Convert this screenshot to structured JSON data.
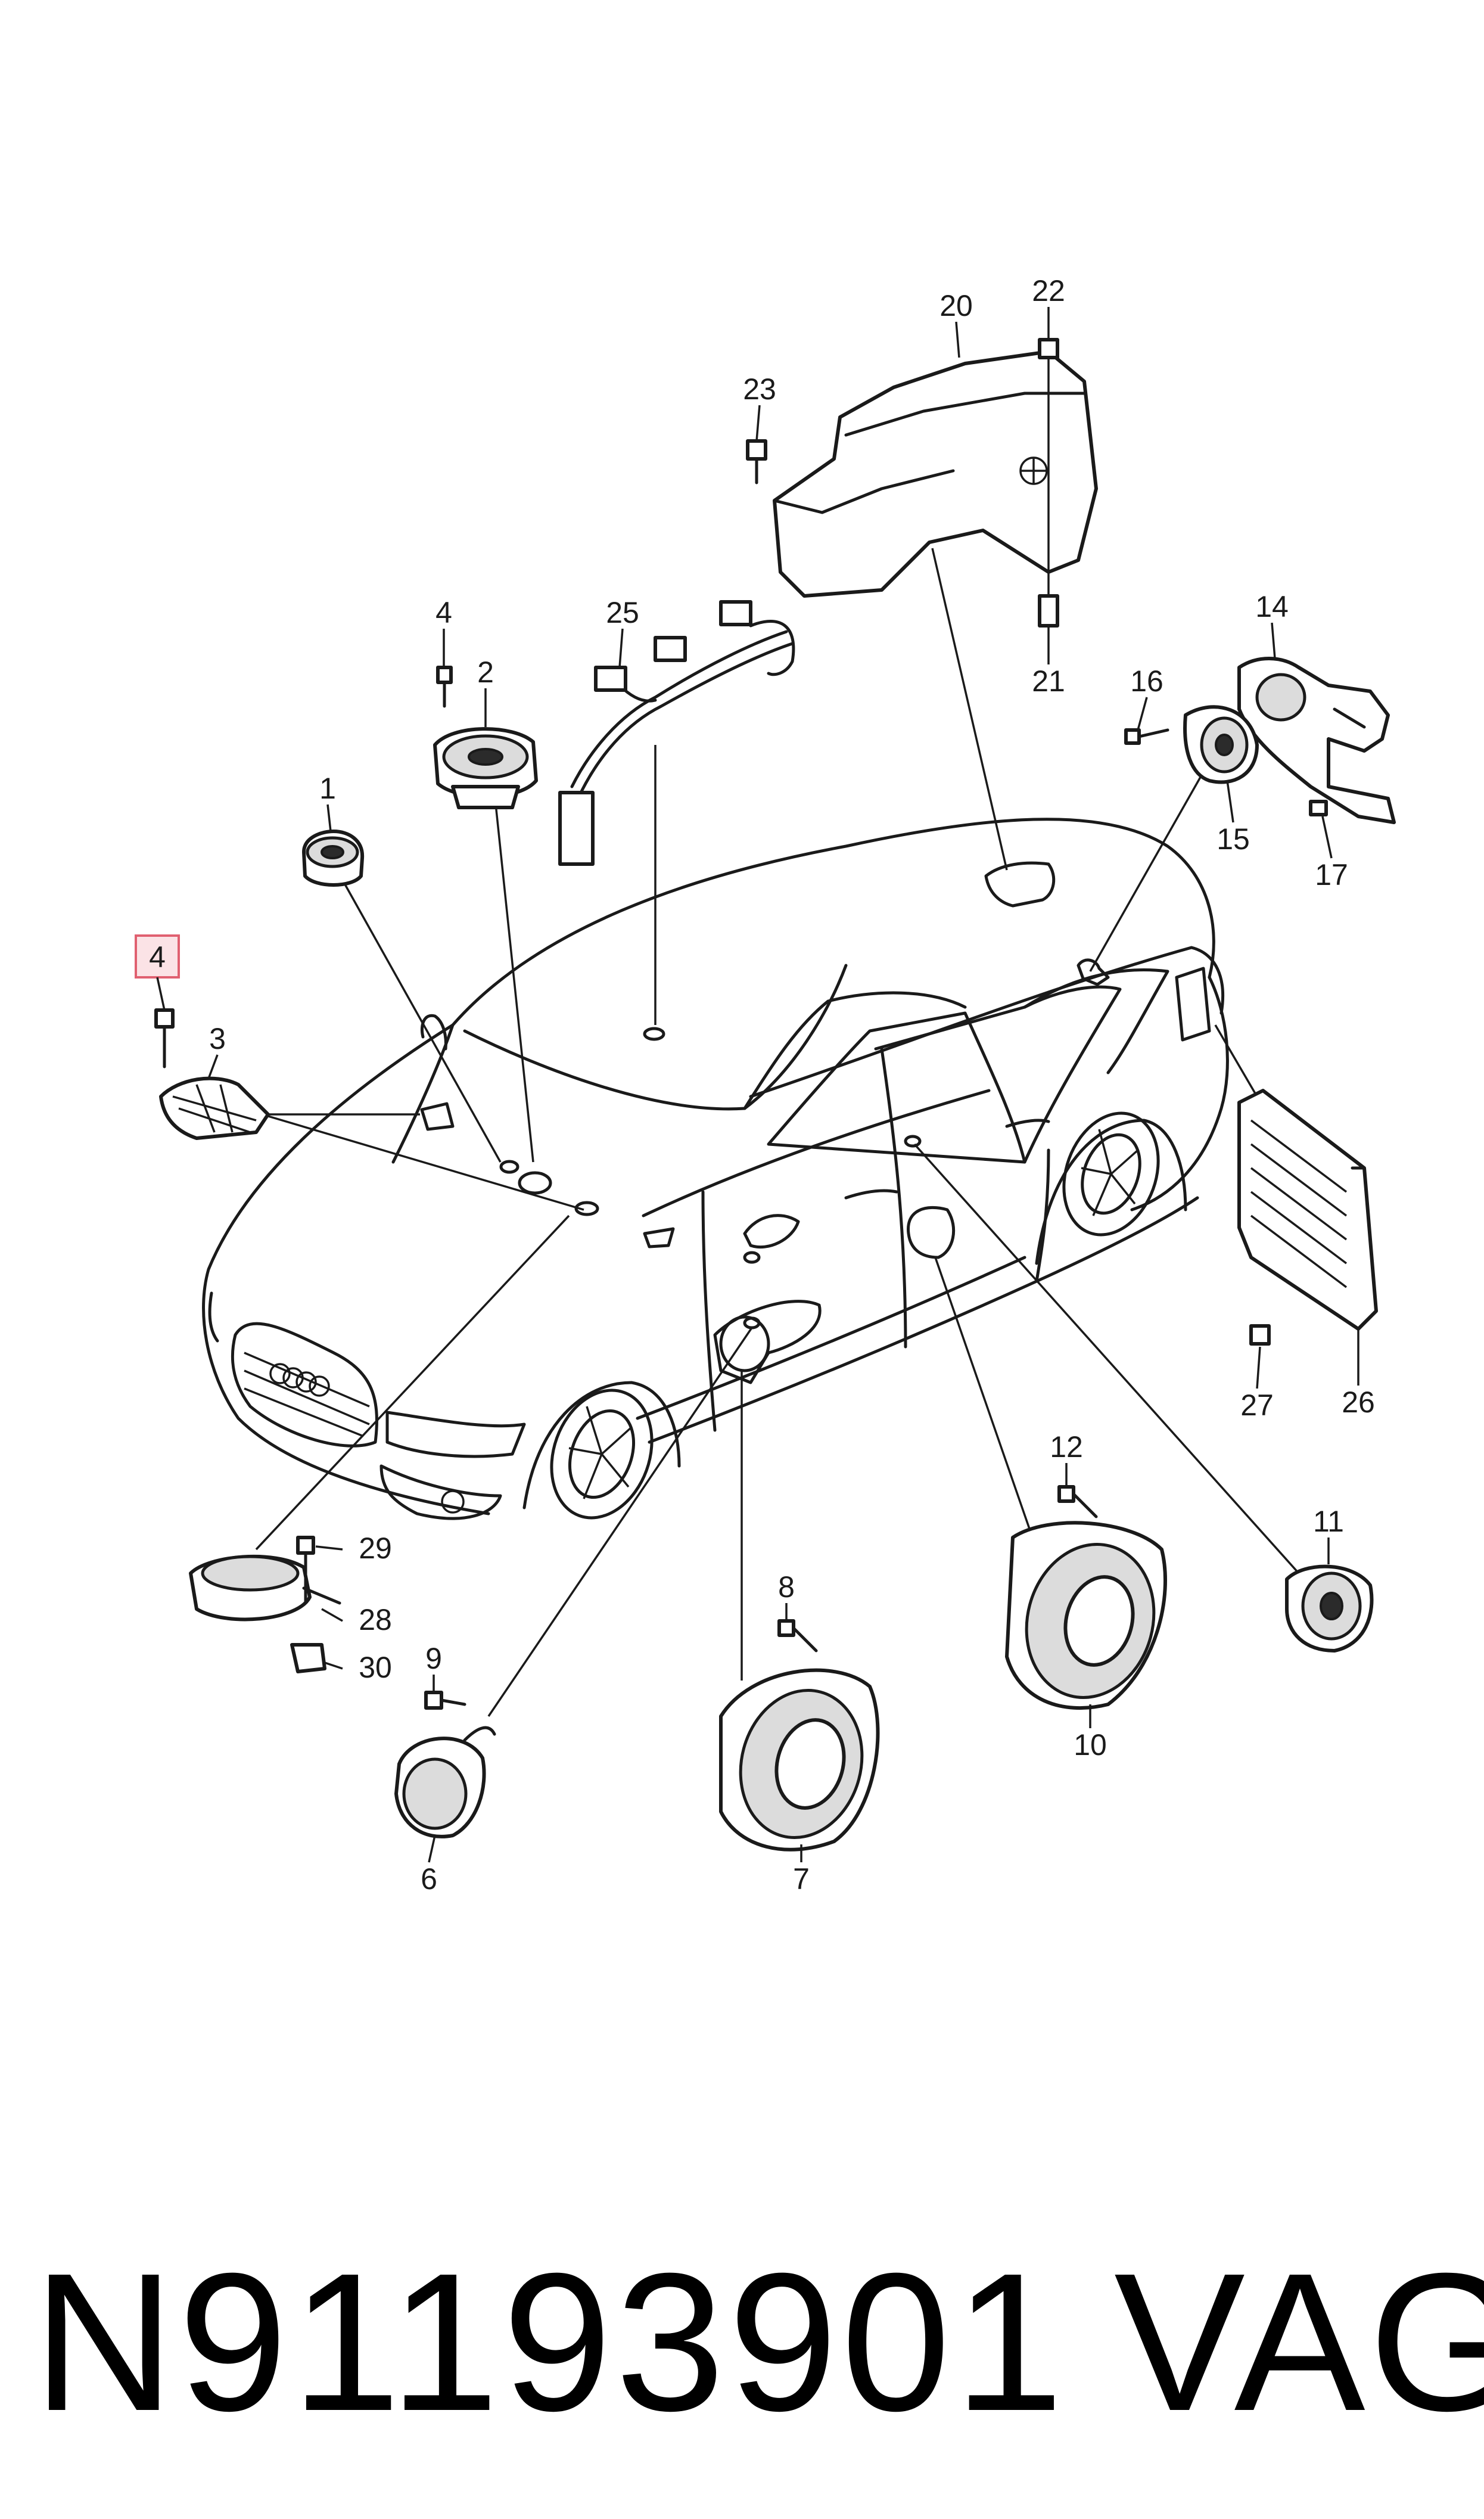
{
  "diagram": {
    "callouts": [
      {
        "id": "c1",
        "label": "1"
      },
      {
        "id": "c2",
        "label": "2"
      },
      {
        "id": "c3",
        "label": "3"
      },
      {
        "id": "c4a",
        "label": "4"
      },
      {
        "id": "c4b",
        "label": "4",
        "highlighted": true
      },
      {
        "id": "c6",
        "label": "6"
      },
      {
        "id": "c7",
        "label": "7"
      },
      {
        "id": "c8",
        "label": "8"
      },
      {
        "id": "c9",
        "label": "9"
      },
      {
        "id": "c10",
        "label": "10"
      },
      {
        "id": "c11",
        "label": "11"
      },
      {
        "id": "c12",
        "label": "12"
      },
      {
        "id": "c14",
        "label": "14"
      },
      {
        "id": "c15",
        "label": "15"
      },
      {
        "id": "c16",
        "label": "16"
      },
      {
        "id": "c17",
        "label": "17"
      },
      {
        "id": "c20",
        "label": "20"
      },
      {
        "id": "c21",
        "label": "21"
      },
      {
        "id": "c22",
        "label": "22"
      },
      {
        "id": "c23",
        "label": "23"
      },
      {
        "id": "c25",
        "label": "25"
      },
      {
        "id": "c26",
        "label": "26"
      },
      {
        "id": "c27",
        "label": "27"
      },
      {
        "id": "c28",
        "label": "28"
      },
      {
        "id": "c29",
        "label": "29"
      },
      {
        "id": "c30",
        "label": "30"
      }
    ],
    "highlight_color": "#e06070",
    "highlight_fill": "#fbe3e6"
  },
  "footer": {
    "part_number": "N91193901",
    "brand": "VAG"
  }
}
